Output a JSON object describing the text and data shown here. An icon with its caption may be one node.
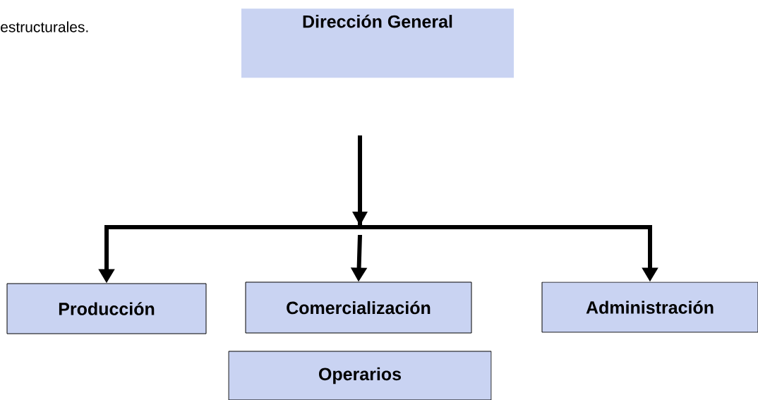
{
  "diagram": {
    "nodes": [
      {
        "text": [
          "Dirección General"
        ]
      },
      {
        "text": [
          "Producción"
        ]
      },
      {
        "text": [
          "Comercialización"
        ]
      },
      {
        "text": [
          "Administración"
        ]
      },
      {
        "text": [
          "Operarios"
        ]
      }
    ],
    "edges": [
      {
        "from": null,
        "to": 1,
        "arrow": "to"
      },
      {
        "from": null,
        "to": 2,
        "arrow": "to"
      },
      {
        "from": null,
        "to": 3,
        "arrow": "to"
      }
    ],
    "labels": [
      "estructurales."
    ]
  }
}
